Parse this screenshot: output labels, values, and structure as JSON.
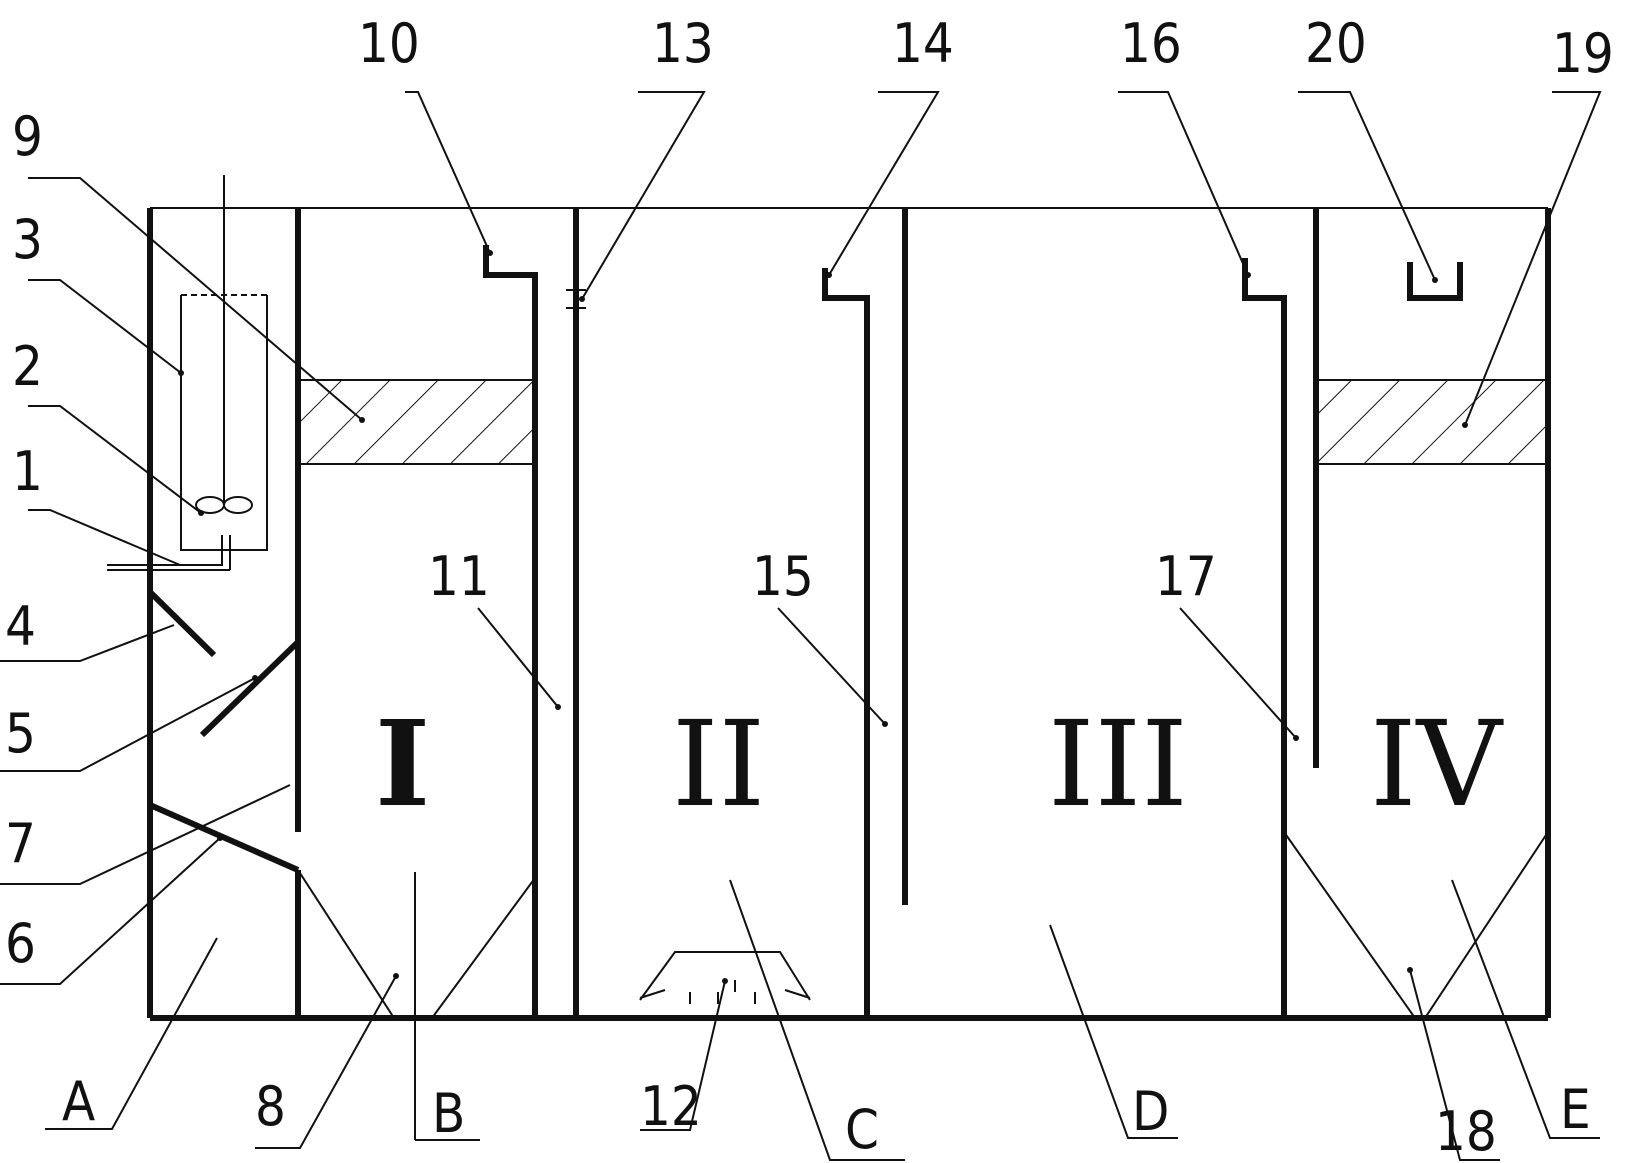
{
  "part_labels": {
    "p1": "1",
    "p2": "2",
    "p3": "3",
    "p4": "4",
    "p5": "5",
    "p6": "6",
    "p7": "7",
    "p8": "8",
    "p9": "9",
    "p10": "10",
    "p11": "11",
    "p12": "12",
    "p13": "13",
    "p14": "14",
    "p15": "15",
    "p16": "16",
    "p17": "17",
    "p18": "18",
    "p19": "19",
    "p20": "20"
  },
  "zone_labels": {
    "A": "A",
    "B": "B",
    "C": "C",
    "D": "D",
    "E": "E"
  },
  "chamber_labels": {
    "c1": "I",
    "c2": "II",
    "c3": "III",
    "c4": "IV"
  }
}
